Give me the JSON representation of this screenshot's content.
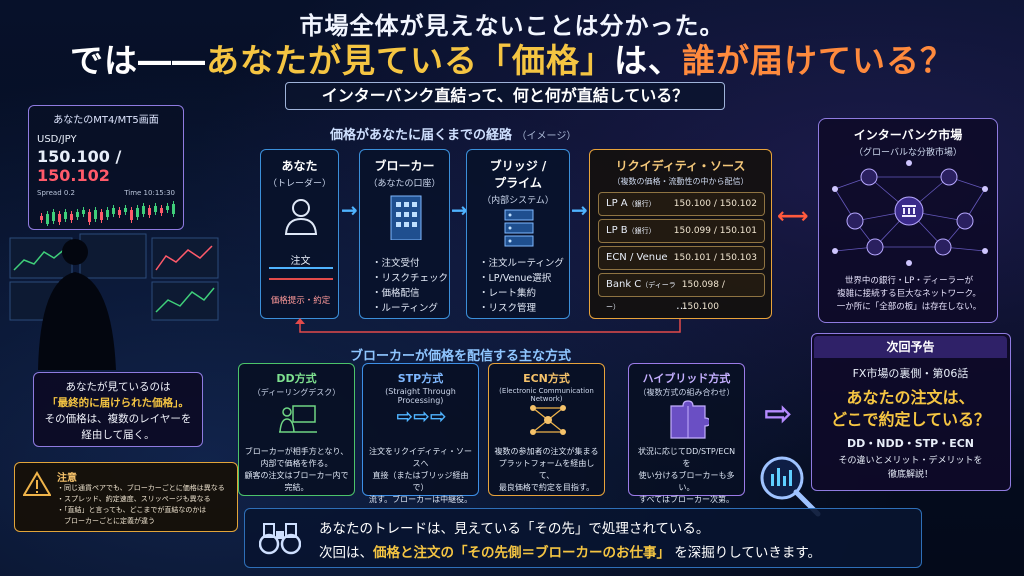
{
  "title_line1": "市場全体が見えないことは分かった。",
  "title_line2": {
    "part1": "では――",
    "part2": "あなたが見ている「価格」",
    "part3": "は、",
    "part4": "誰が届けている？"
  },
  "subtitle": "インターバンク直結って、何と何が直結している？",
  "mt_panel": {
    "header": "あなたのMT4/MT5画面",
    "pair": "USD/JPY",
    "bid": "150.100",
    "sep": " / ",
    "ask": "150.102",
    "spread": "Spread  0.2",
    "time": "Time  10:15:30"
  },
  "flow": {
    "heading": "価格があなたに届くまでの経路",
    "heading_note": "（イメージ）",
    "you": {
      "title": "あなた",
      "sub": "（トレーダー）",
      "order": "注文",
      "price_back": "価格提示・約定"
    },
    "broker": {
      "title": "ブローカー",
      "sub": "（あなたの口座）",
      "items": [
        "・注文受付",
        "・リスクチェック",
        "・価格配信",
        "・ルーティング"
      ]
    },
    "bridge": {
      "title": "ブリッジ /",
      "title2": "プライム",
      "sub": "（内部システム）",
      "items": [
        "・注文ルーティング",
        "・LP/Venue選択",
        "・レート集約",
        "・リスク管理"
      ]
    },
    "liquidity": {
      "title": "リクイディティ・ソース",
      "sub": "（複数の価格・流動性の中から配信）",
      "rows": [
        {
          "name": "LP A",
          "tag": "（銀行）",
          "quote": "150.100 / 150.102"
        },
        {
          "name": "LP B",
          "tag": "（銀行）",
          "quote": "150.099 / 150.101"
        },
        {
          "name": "ECN / Venue",
          "tag": "",
          "quote": "150.101 / 150.103"
        },
        {
          "name": "Bank C",
          "tag": "（ディーラー）",
          "quote": "150.098 / 150.100"
        }
      ],
      "more": "…"
    }
  },
  "interbank": {
    "title": "インターバンク市場",
    "sub": "（グローバルな分散市場）",
    "desc": [
      "世界中の銀行・LP・ディーラーが",
      "複雑に接続する巨大なネットワーク。",
      "一か所に「全部の板」は存在しない。"
    ]
  },
  "methods": {
    "heading": "ブローカーが価格を配信する主な方式",
    "items": [
      {
        "title": "DD方式",
        "sub": "（ディーリングデスク）",
        "desc": [
          "ブローカーが相手方となり、",
          "内部で価格を作る。",
          "顧客の注文はブローカー内で完結。"
        ],
        "color": "#4cc46a"
      },
      {
        "title": "STP方式",
        "sub": "(Straight Through Processing)",
        "desc": [
          "注文をリクイディティ・ソースへ",
          "直接（またはブリッジ経由で）",
          "流す。ブローカーは中継役。"
        ],
        "color": "#3d8fe6"
      },
      {
        "title": "ECN方式",
        "sub": "(Electronic Communication Network)",
        "desc": [
          "複数の参加者の注文が集まる",
          "プラットフォームを経由して、",
          "最良価格で約定を目指す。"
        ],
        "color": "#e8a33a"
      },
      {
        "title": "ハイブリッド方式",
        "sub": "（複数方式の組み合わせ）",
        "desc": [
          "状況に応じてDD/STP/ECNを",
          "使い分けるブローカーも多い。",
          "すべてはブローカー次第。"
        ],
        "color": "#9b7be8"
      }
    ]
  },
  "note_you": [
    "あなたが見ているのは",
    "「最終的に届けられた価格」。",
    "その価格は、複数のレイヤーを",
    "経由して届く。"
  ],
  "caution": {
    "title": "注意",
    "items": [
      "・同じ通貨ペアでも、ブローカーごとに価格は異なる",
      "・スプレッド、約定速度、スリッページも異なる",
      "・「直結」と言っても、どこまでが直結なのかは",
      "　ブローカーごとに定義が違う"
    ]
  },
  "next": {
    "badge": "次回予告",
    "series": "FX市場の裏側・第06話",
    "q1": "あなたの注文は、",
    "q2": "どこで約定している？",
    "tags": "DD・NDD・STP・ECN",
    "d1": "その違いとメリット・デメリットを",
    "d2": "徹底解説！"
  },
  "bottom": {
    "line1": "あなたのトレードは、見えている「その先」で処理されている。",
    "line2a": "次回は、",
    "line2b": "価格と注文の「その先側＝ブローカーのお仕事」",
    "line2c": " を深掘りしていきます。"
  },
  "colors": {
    "accent_blue": "#3b8fd9",
    "accent_orange": "#e8a33a",
    "accent_purple": "#8f7be0",
    "bid": "#ffffff",
    "ask": "#ff5a6a"
  }
}
